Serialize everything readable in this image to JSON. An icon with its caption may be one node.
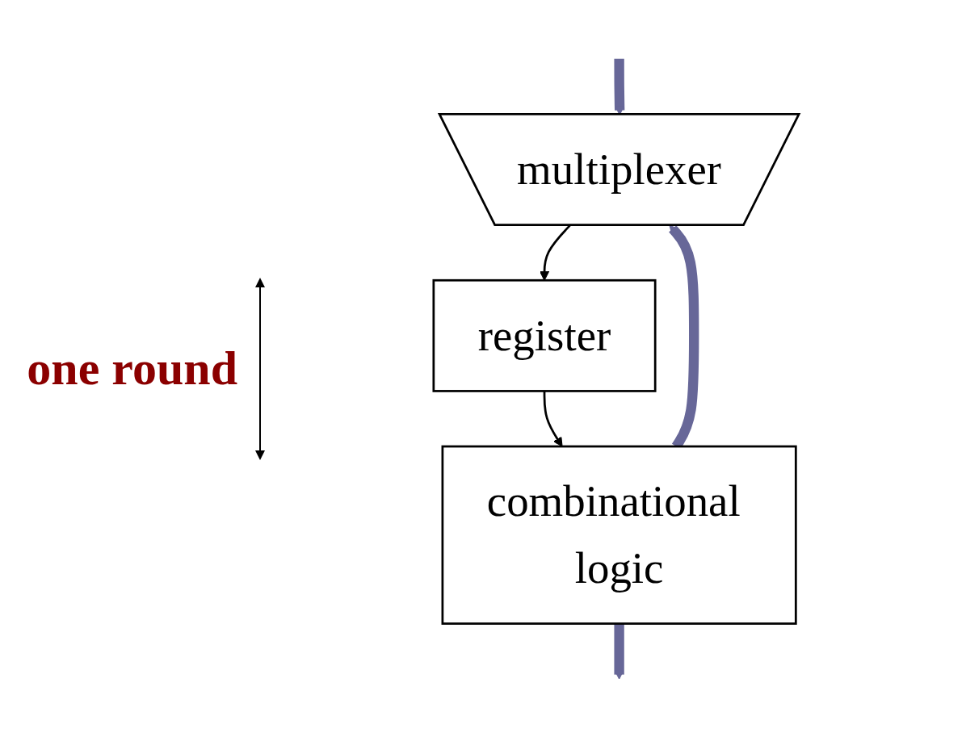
{
  "diagram": {
    "nodes": [
      {
        "text": [
          "multiplexer"
        ]
      },
      {
        "text": [
          "register"
        ]
      },
      {
        "text": [
          "combinational logic"
        ]
      }
    ],
    "edges": [
      {
        "from": null,
        "to": 0,
        "arrow": "to"
      },
      {
        "from": 2,
        "to": 0,
        "arrow": "to"
      },
      {
        "from": 0,
        "to": 1,
        "arrow": "to",
        "color": "#000000"
      },
      {
        "from": 1,
        "to": 2,
        "arrow": "to",
        "color": "#000000"
      },
      {
        "from": 2,
        "to": null,
        "arrow": "to"
      }
    ],
    "labels": [
      "one round"
    ]
  }
}
